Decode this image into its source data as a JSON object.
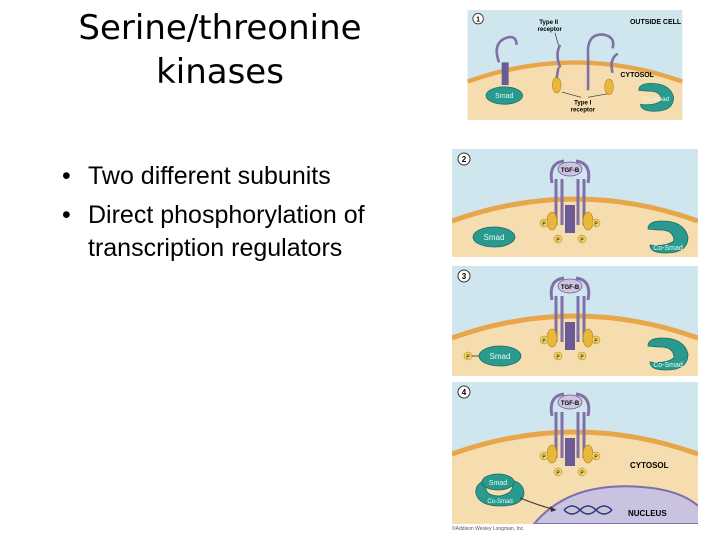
{
  "slide": {
    "title_line1": "Serine/threonine",
    "title_line2": "kinases",
    "bullets": [
      "Two different subunits",
      "Direct phosphorylation of transcription regulators"
    ]
  },
  "figure": {
    "panel1": {
      "number": "1",
      "outside_cell": "OUTSIDE CELL",
      "cytosol": "CYTOSOL",
      "type2_line1": "Type II",
      "type2_line2": "receptor",
      "type1_line1": "Type I",
      "type1_line2": "receptor",
      "smad": "Smad",
      "cosmad": "Co-Smad"
    },
    "panel2": {
      "number": "2",
      "ligand": "TGF-B",
      "p": "P",
      "smad": "Smad",
      "cosmad": "Co-Smad"
    },
    "panel3": {
      "number": "3",
      "ligand": "TGF-B",
      "p": "P",
      "smad": "Smad",
      "cosmad": "Co-Smad"
    },
    "panel4": {
      "number": "4",
      "ligand": "TGF-B",
      "p": "P",
      "cytosol": "CYTOSOL",
      "nucleus": "NUCLEUS",
      "smad": "Smad",
      "cosmad": "Co-Smad"
    },
    "credit": "©Addison Wesley Longman, Inc."
  },
  "colors": {
    "extracellular": "#cfe6ef",
    "cytosol": "#f6ddb0",
    "membrane": "#e8a64a",
    "receptor": "#8070a8",
    "kinase": "#e9b83a",
    "smad": "#2a9a8e",
    "nucleus": "#c9c3e0"
  }
}
